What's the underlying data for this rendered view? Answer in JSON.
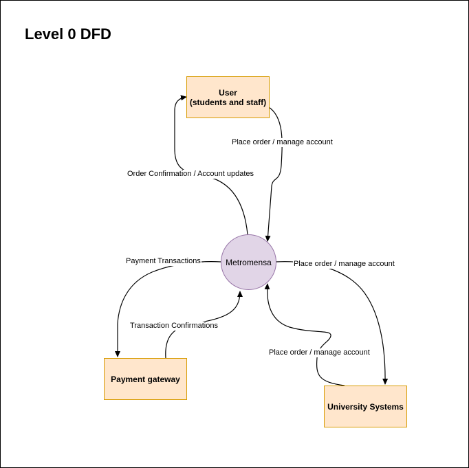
{
  "diagram": {
    "title": "Level 0 DFD",
    "process": {
      "label": "Metromensa"
    },
    "entities": {
      "user": {
        "line1": "User",
        "line2": "(students and staff)"
      },
      "payment_gateway": {
        "label": "Payment gateway"
      },
      "university_systems": {
        "label": "University Systems"
      }
    },
    "flows": {
      "user_to_process": "Place order / manage account",
      "process_to_user": "Order Confirmation / Account updates",
      "process_to_payment": "Payment Transactions",
      "payment_to_process": "Transaction Confirmations",
      "process_to_university": "Place order / manage account",
      "university_to_process": "Place order / manage account"
    }
  },
  "colors": {
    "entity_fill": "#ffe6cc",
    "entity_border": "#d79b00",
    "process_fill": "#e1d5e7",
    "process_border": "#9673a6"
  }
}
